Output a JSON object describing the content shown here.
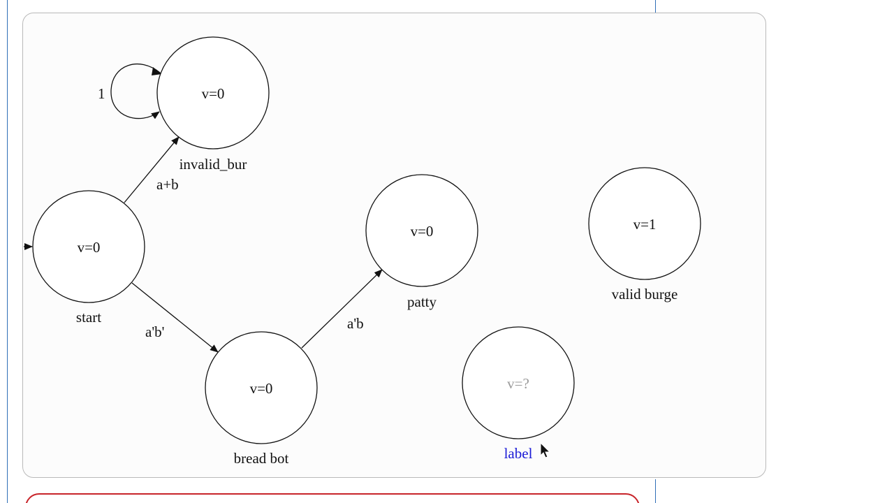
{
  "diagram": {
    "states": [
      {
        "id": "invalid",
        "value": "v=0",
        "name": "invalid_bur"
      },
      {
        "id": "start",
        "value": "v=0",
        "name": "start"
      },
      {
        "id": "patty",
        "value": "v=0",
        "name": "patty"
      },
      {
        "id": "valid",
        "value": "v=1",
        "name": "valid burge"
      },
      {
        "id": "breadbot",
        "value": "v=0",
        "name": "bread bot"
      },
      {
        "id": "new",
        "value": "v=?",
        "name": "label"
      }
    ],
    "transitions": [
      {
        "from": "start",
        "to": "invalid",
        "label": "a+b"
      },
      {
        "from": "start",
        "to": "breadbot",
        "label": "a'b'"
      },
      {
        "from": "breadbot",
        "to": "patty",
        "label": "a'b"
      },
      {
        "from": "invalid",
        "to": "invalid",
        "label": "1"
      }
    ],
    "initial_state": "start",
    "colors": {
      "editing_label": "#1a1ad6",
      "placeholder_value": "#9a9a9a",
      "panel_border": "#b9b9b9",
      "alert_border": "#c8242a",
      "guide_line": "#2f6fb7"
    }
  },
  "cursor": "pointer-arrow-icon"
}
